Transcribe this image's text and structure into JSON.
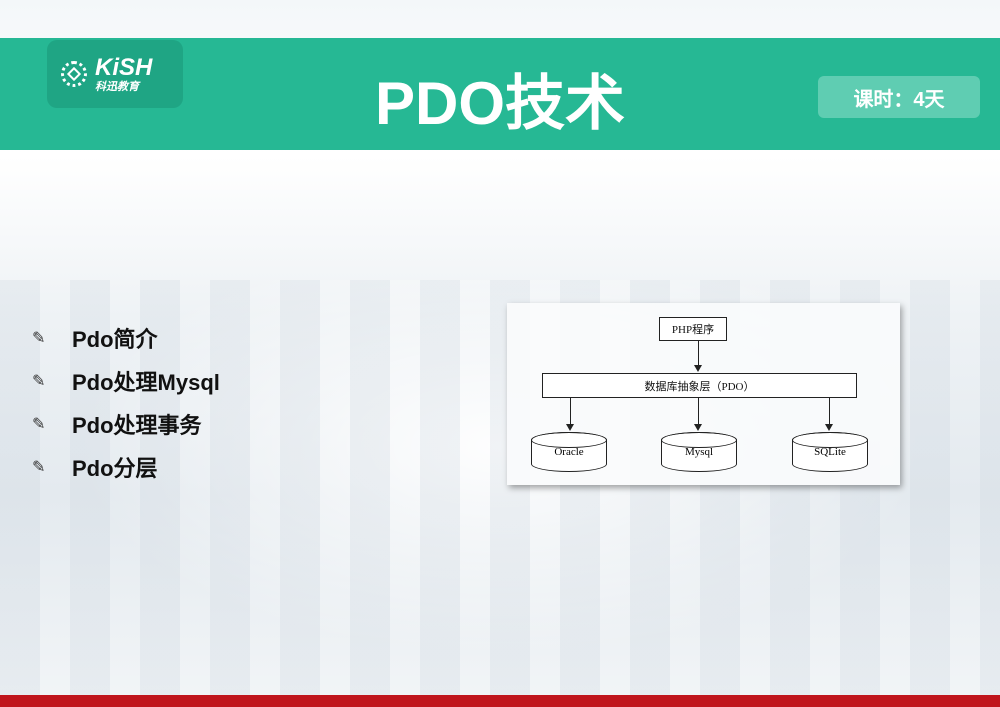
{
  "header": {
    "logo_text": "KiSH",
    "logo_subtext": "科迅教育",
    "title": "PDO技术",
    "duration_badge": "课时：4天"
  },
  "topics": [
    "Pdo简介",
    "Pdo处理Mysql",
    "Pdo处理事务",
    "Pdo分层"
  ],
  "diagram": {
    "top": "PHP程序",
    "layer": "数据库抽象层（PDO）",
    "databases": [
      "Oracle",
      "Mysql",
      "SQLite"
    ]
  },
  "colors": {
    "header": "#26b894",
    "footer": "#c0151c"
  }
}
